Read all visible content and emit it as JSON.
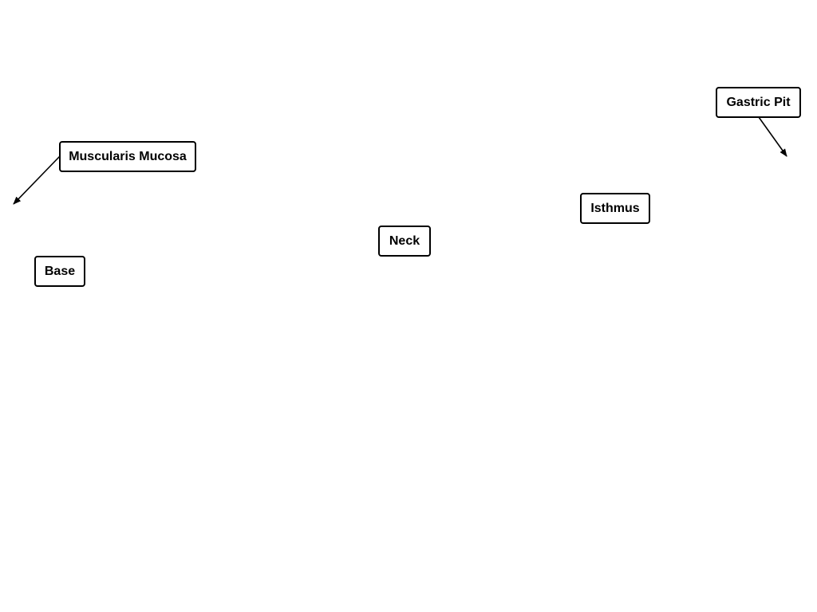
{
  "diagram": {
    "labels": {
      "muscularis_mucosa": "Muscularis Mucosa",
      "gastric_pit": "Gastric Pit",
      "isthmus": "Isthmus",
      "neck": "Neck",
      "base": "Base"
    },
    "colors": {
      "background": "#ffffff",
      "stroke": "#000000",
      "text": "#000000"
    }
  }
}
